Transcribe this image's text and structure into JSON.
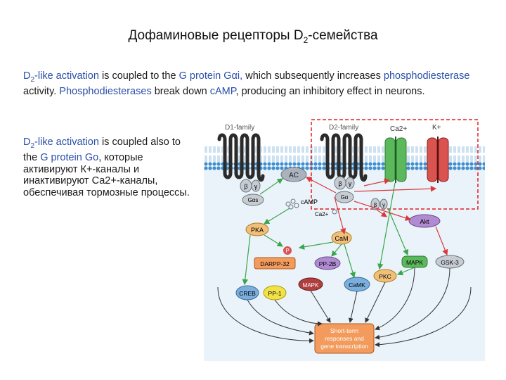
{
  "title": {
    "main": "Дофаминовые рецепторы D",
    "sub": "2",
    "tail": "-семейства"
  },
  "paragraph": {
    "d": "D",
    "sub": "2",
    "p1": "-like activation",
    "p2": " is coupled to the ",
    "gprotein": "G protein Gαi,",
    "p3": " which subsequently increases ",
    "pde1": "phosphodiesterase",
    "p4": " activity. ",
    "pde2": "Phosphodiesterases",
    "p5": " break down ",
    "camp": "cAMP",
    "p6": ", producing an inhibitory effect in neurons."
  },
  "side": {
    "d": "D",
    "sub": "2",
    "s1": "-like activation",
    "s2": " is coupled also to the ",
    "go": "G protein Go",
    "s3": ", которые активируют К+-каналы и инактивируют Са2+-каналы, обеспечивая тормозные процессы."
  },
  "diagram": {
    "d1_family": "D1-family",
    "d2_family": "D2-family",
    "ca_channel": "Ca2+",
    "k_channel": "K+",
    "nodes": {
      "ac": "AC",
      "beta": "β",
      "gamma": "γ",
      "gas": "Gαs",
      "gai": "Gα",
      "camp": "cAMP",
      "ca_ion": "Ca2+",
      "pka": "PKA",
      "cam": "CaM",
      "p": "P",
      "darpp": "DARPP-32",
      "pp2b": "PP-2B",
      "mapk": "MAPK",
      "gsk3": "GSK-3",
      "akt": "Akt",
      "pkc": "PKC",
      "creb": "CREB",
      "pp1": "PP-1",
      "mapk2": "MAPK",
      "camk": "CaMK",
      "outcome_1": "Short-term",
      "outcome_2": "responses and",
      "outcome_3": "gene transcription"
    },
    "colors": {
      "membrane": "#4f9fd6",
      "receptor": "#2b2b2b",
      "highlight_box": "#e02020",
      "green_arrow": "#3aa54a",
      "red_arrow": "#d83a3a",
      "background": "#eaf3fa"
    }
  }
}
